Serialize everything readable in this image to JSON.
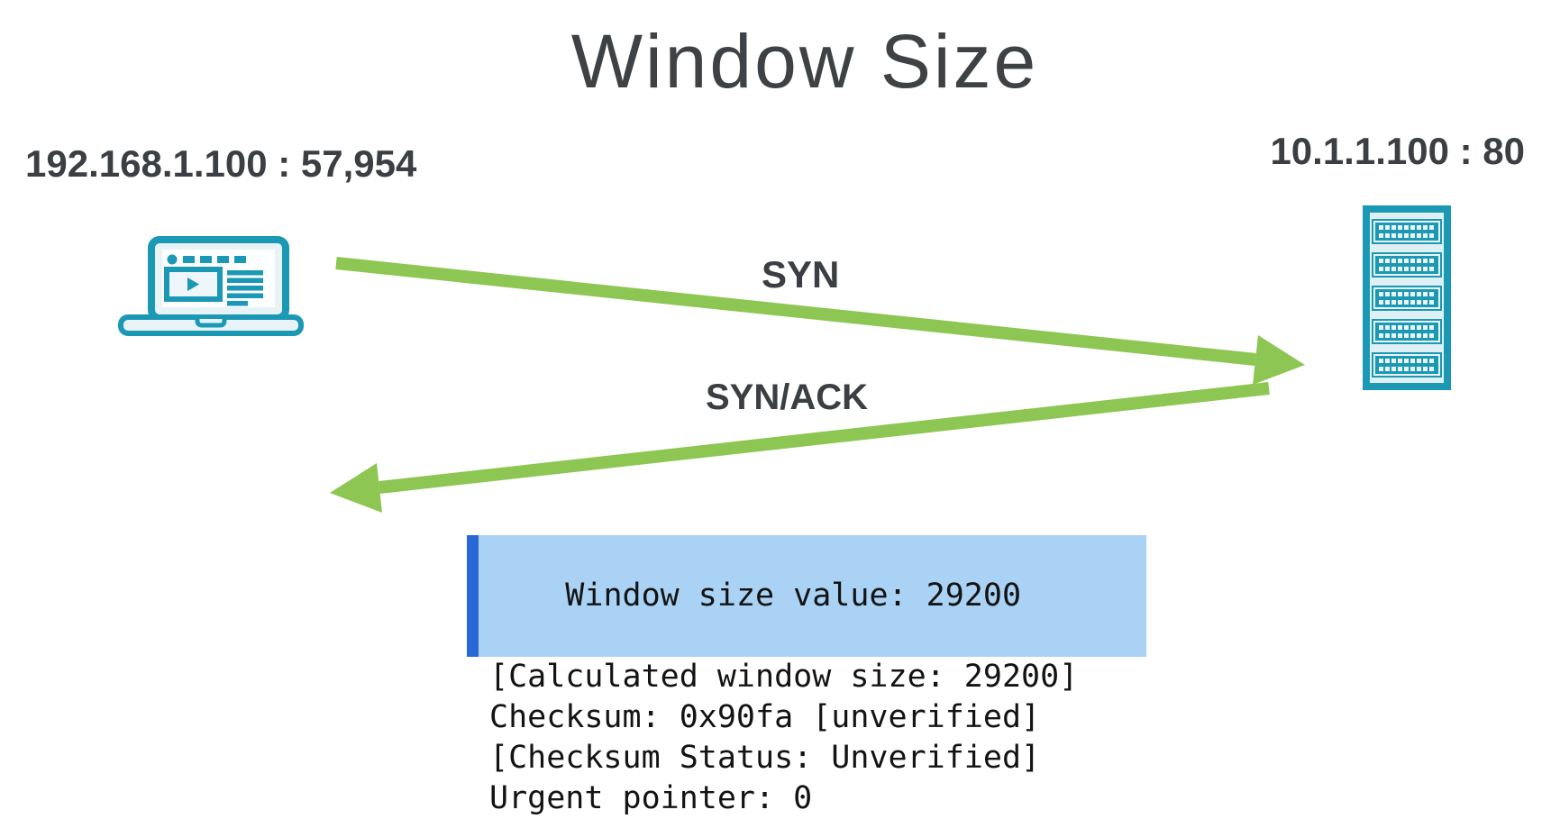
{
  "title": "Window Size",
  "client": {
    "address": "192.168.1.100 : 57,954"
  },
  "server": {
    "address": "10.1.1.100 : 80"
  },
  "handshake": {
    "syn_label": "SYN",
    "synack_label": "SYN/ACK"
  },
  "packet_details": {
    "lines": [
      {
        "text": "Window size value: 29200",
        "highlighted": true
      },
      {
        "text": "[Calculated window size: 29200]",
        "highlighted": false
      },
      {
        "text": "Checksum: 0x90fa [unverified]",
        "highlighted": false
      },
      {
        "text": "[Checksum Status: Unverified]",
        "highlighted": false
      },
      {
        "text": "Urgent pointer: 0",
        "highlighted": false
      }
    ]
  },
  "colors": {
    "arrow_green": "#8dc653",
    "icon_teal": "#1b98b4",
    "icon_fill_light": "#e7f3f7",
    "highlight_blue": "#a9d2f4",
    "selection_bar_blue": "#2a68d8",
    "text_dark": "#3b3e42"
  }
}
